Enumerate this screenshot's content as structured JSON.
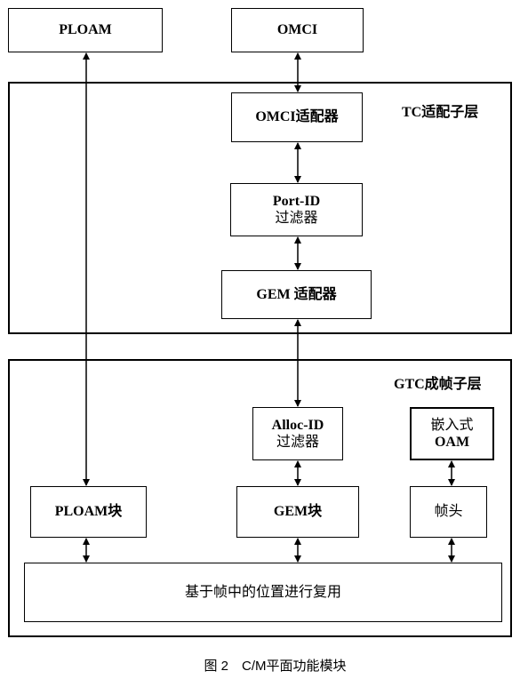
{
  "top": {
    "ploam": "PLOAM",
    "omci": "OMCI"
  },
  "tc_layer": {
    "label": "TC适配子层",
    "omci_adapter": "OMCI适配器",
    "portid_filter_line1": "Port-ID",
    "portid_filter_line2": "过滤器",
    "gem_adapter": "GEM 适配器"
  },
  "gtc_layer": {
    "label": "GTC成帧子层",
    "allocid_filter_line1": "Alloc-ID",
    "allocid_filter_line2": "过滤器",
    "embedded_oam_line1": "嵌入式",
    "embedded_oam_line2": "OAM",
    "ploam_block": "PLOAM块",
    "gem_block": "GEM块",
    "frame_header": "帧头",
    "mux": "基于帧中的位置进行复用"
  },
  "caption": "图 2　C/M平面功能模块"
}
